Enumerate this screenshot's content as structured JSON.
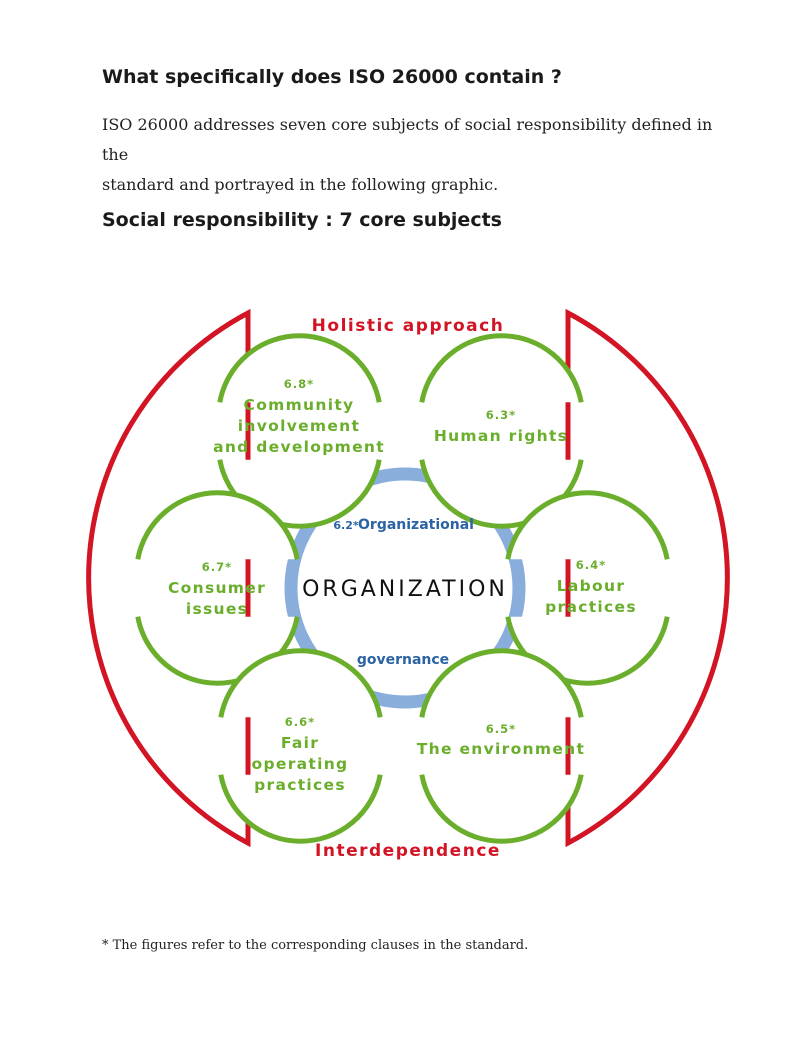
{
  "heading1": "What specifically does ISO 26000 contain ?",
  "intro_line1": "ISO 26000 addresses seven core subjects of social responsibility defined in the",
  "intro_line2": "standard and portrayed in the following graphic.",
  "heading2": "Social responsibility : 7 core subjects",
  "diagram": {
    "top_label": "Holistic approach",
    "bottom_label": "Interdependence",
    "center_label": "ORGANIZATION",
    "governance": {
      "number": "6.2*",
      "label_top": "Organizational",
      "label_bottom": "governance"
    },
    "subjects": {
      "community": {
        "number": "6.8*",
        "line1": "Community",
        "line2": "involvement",
        "line3": "and development"
      },
      "human_rights": {
        "number": "6.3*",
        "line1": "Human rights"
      },
      "consumer": {
        "number": "6.7*",
        "line1": "Consumer",
        "line2": "issues"
      },
      "labour": {
        "number": "6.4*",
        "line1": "Labour",
        "line2": "practices"
      },
      "fair": {
        "number": "6.6*",
        "line1": "Fair",
        "line2": "operating",
        "line3": "practices"
      },
      "environment": {
        "number": "6.5*",
        "line1": "The environment"
      }
    },
    "colors": {
      "outer": "#d21424",
      "subjects": "#6aae2c",
      "governance_ring": "#8aaedc",
      "governance_text": "#2c63a4"
    }
  },
  "footnote": "* The figures refer to the corresponding clauses in the standard."
}
